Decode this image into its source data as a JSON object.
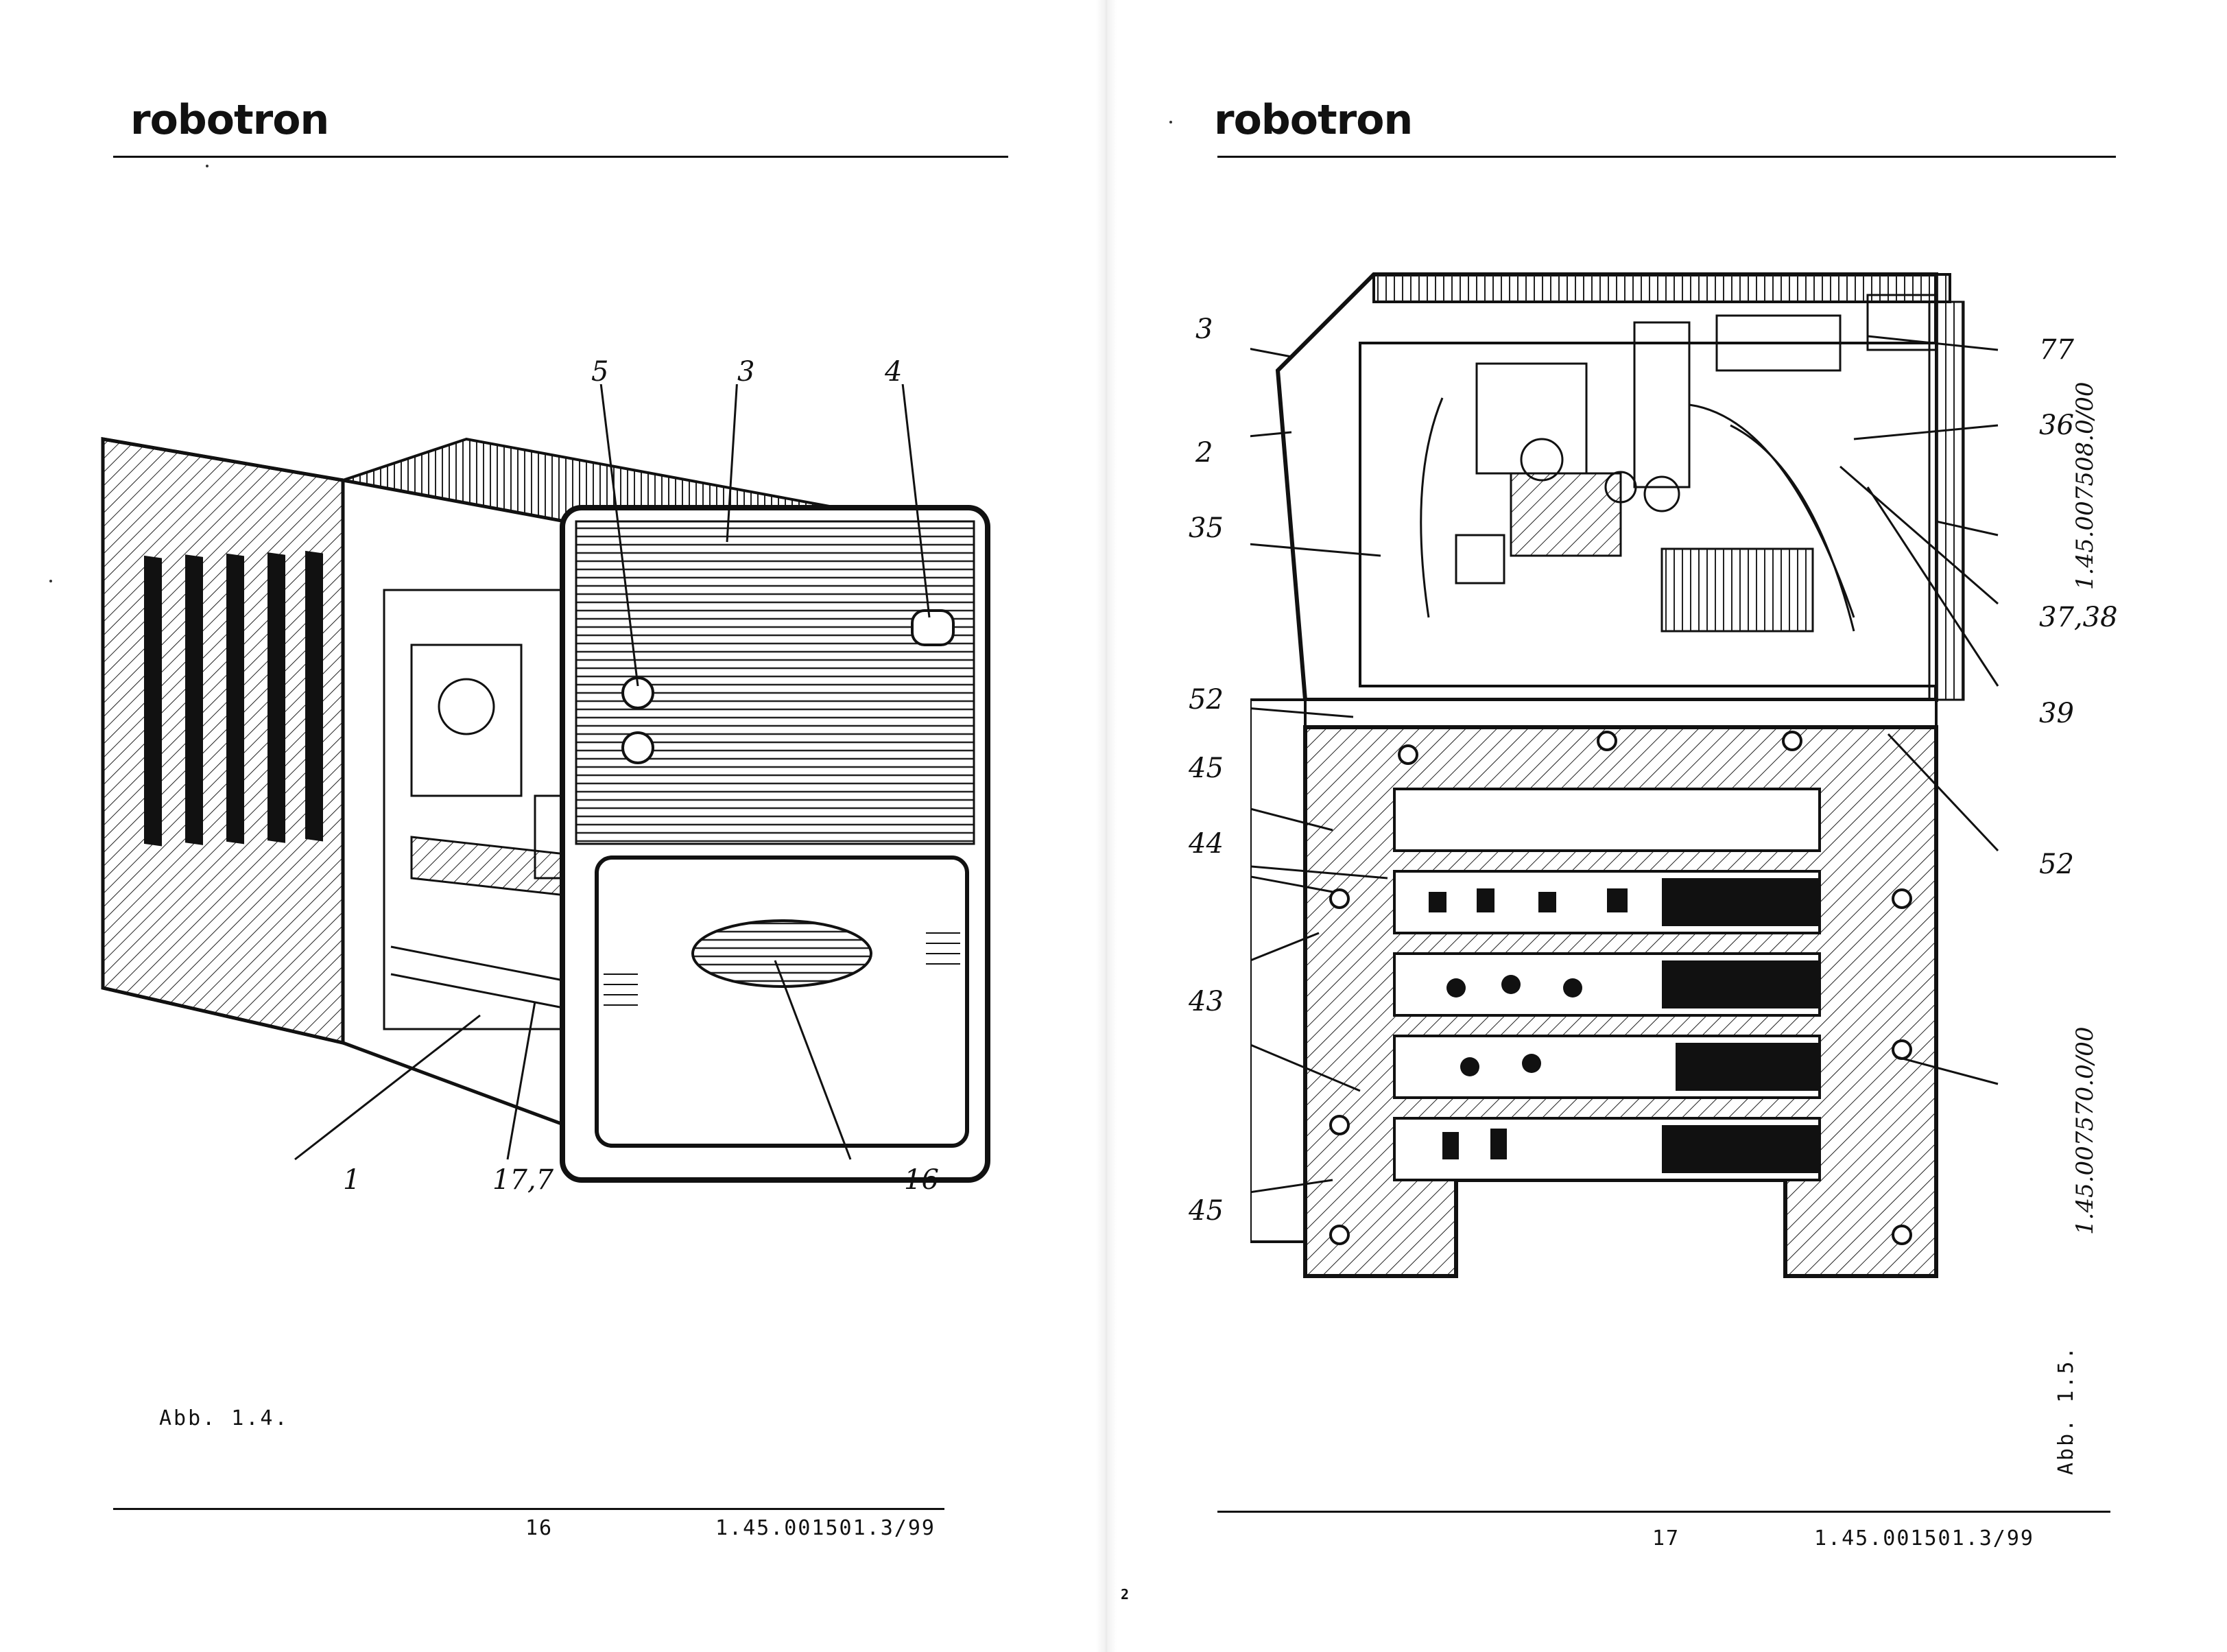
{
  "brand": "robotron",
  "left_page": {
    "figure_caption": "Abb. 1.4.",
    "callouts": {
      "c5": "5",
      "c3": "3",
      "c4": "4",
      "c1": "1",
      "c17": "17,7",
      "c16": "16"
    },
    "page_number": "16",
    "doc_number": "1.45.001501.3/99"
  },
  "right_page": {
    "figure_caption": "Abb. 1.5.",
    "callouts": {
      "c3": "3",
      "c2": "2",
      "c35": "35",
      "c52a": "52",
      "c45a": "45",
      "c44": "44",
      "c43": "43",
      "c45b": "45",
      "c77": "77",
      "c36": "36",
      "c3738": "37,38",
      "c39": "39",
      "c52b": "52"
    },
    "vertical_refs": {
      "top": "1.45.007508.0/00",
      "bottom": "1.45.007570.0/00"
    },
    "page_number": "17",
    "doc_number": "1.45.001501.3/99"
  },
  "gutter_mark": "2"
}
